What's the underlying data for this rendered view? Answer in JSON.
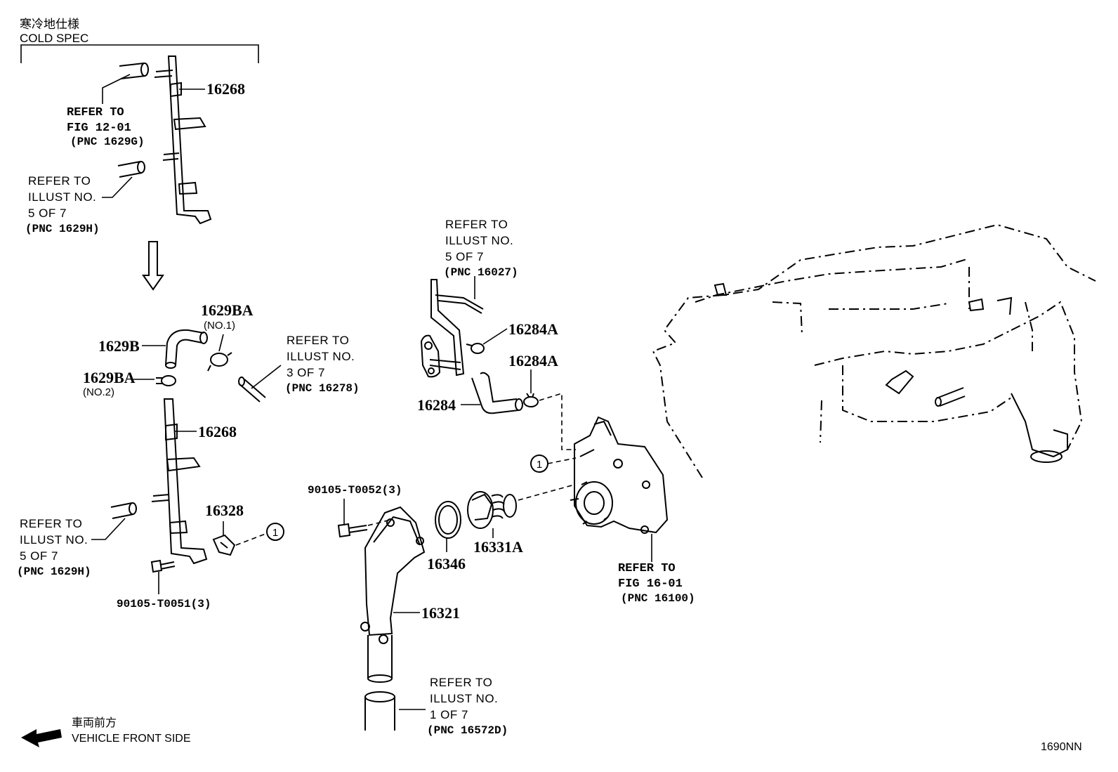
{
  "header": {
    "jp_title": "寒冷地仕様",
    "en_title": "COLD SPEC"
  },
  "parts": {
    "p16268_top": "16268",
    "p1629BA_1": "1629BA",
    "p1629BA_1_note": "(NO.1)",
    "p1629B": "1629B",
    "p1629BA_2": "1629BA",
    "p1629BA_2_note": "(NO.2)",
    "p16268_bottom": "16268",
    "p16328": "16328",
    "p90105_T0051": "90105-T0051(3)",
    "p90105_T0052": "90105-T0052(3)",
    "p16284A_1": "16284A",
    "p16284A_2": "16284A",
    "p16284": "16284",
    "p16346": "16346",
    "p16331A": "16331A",
    "p16321": "16321",
    "circle_ref": "1"
  },
  "references": {
    "fig1201": {
      "l1": "REFER TO",
      "l2": "FIG 12-01",
      "l3": "(PNC 1629G)"
    },
    "illust5_top": {
      "l1": "REFER TO",
      "l2": "ILLUST NO.",
      "l3": "5 OF 7",
      "l4": "(PNC 1629H)"
    },
    "illust3": {
      "l1": "REFER TO",
      "l2": "ILLUST NO.",
      "l3": "3 OF 7",
      "l4": "(PNC 16278)"
    },
    "illust5_bottom": {
      "l1": "REFER TO",
      "l2": "ILLUST NO.",
      "l3": "5 OF 7",
      "l4": "(PNC 1629H)"
    },
    "illust5_mid": {
      "l1": "REFER TO",
      "l2": "ILLUST NO.",
      "l3": "5 OF 7",
      "l4": "(PNC 16027)"
    },
    "fig1601": {
      "l1": "REFER TO",
      "l2": "FIG 16-01",
      "l3": "(PNC 16100)"
    },
    "illust1": {
      "l1": "REFER TO",
      "l2": "ILLUST NO.",
      "l3": "1 OF 7",
      "l4": "(PNC 16572D)"
    }
  },
  "footer": {
    "jp_direction": "車両前方",
    "en_direction": "VEHICLE FRONT SIDE",
    "figure_code": "1690NN"
  },
  "icons": [
    "down-arrow-icon",
    "front-arrow-icon"
  ]
}
